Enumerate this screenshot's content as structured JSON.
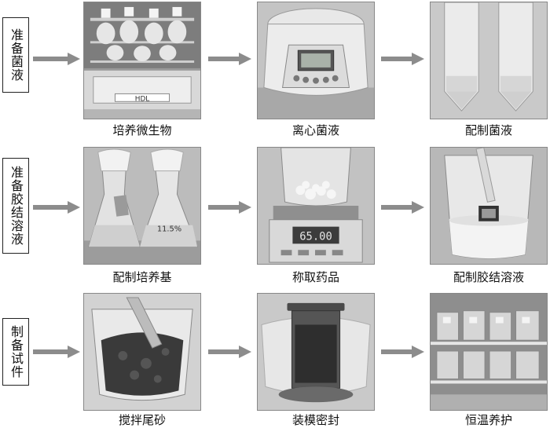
{
  "rows": [
    {
      "label": "准备菌液",
      "captions": [
        "培养微生物",
        "离心菌液",
        "配制菌液"
      ]
    },
    {
      "label": "准备胶结溶液",
      "captions": [
        "配制培养基",
        "称取药品",
        "配制胶结溶液"
      ]
    },
    {
      "label": "制备试件",
      "captions": [
        "搅拌尾砂",
        "装模密封",
        "恒温养护"
      ]
    }
  ],
  "photo_text": {
    "incubator_brand": "HDL",
    "scale_display": "65.00",
    "flask_label": "11.5%"
  },
  "arrow_color": "#8c8c8c"
}
